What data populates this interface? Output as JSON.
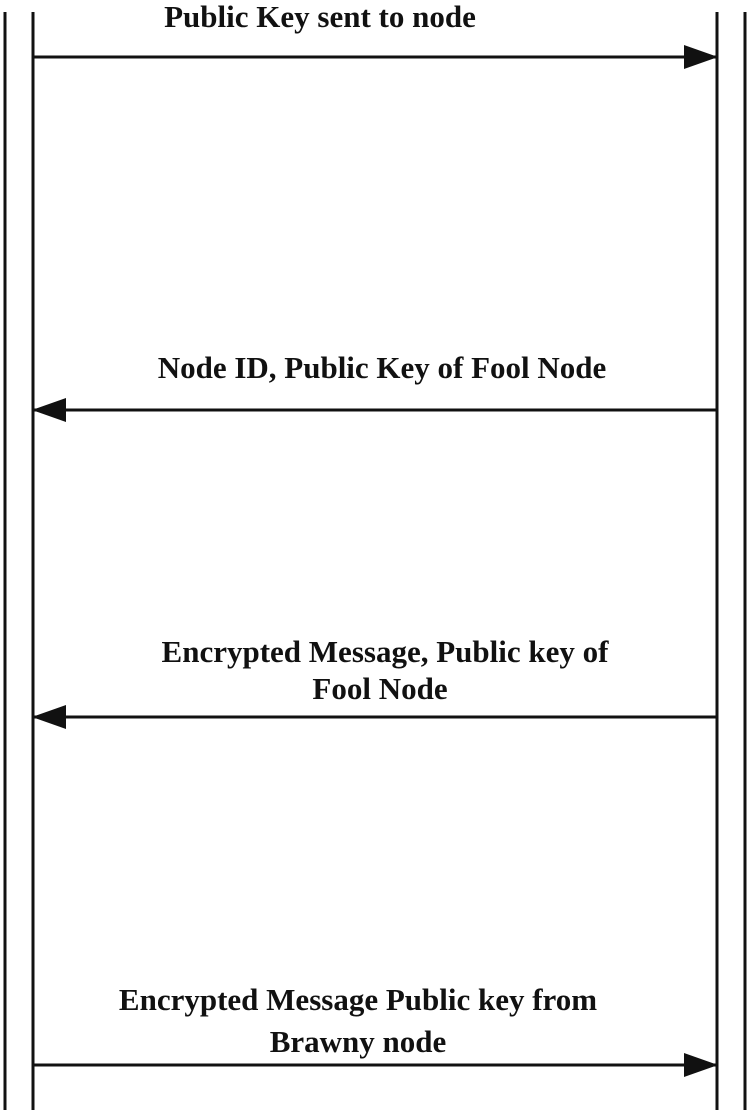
{
  "lifelines": [
    {
      "name": "left"
    },
    {
      "name": "right"
    }
  ],
  "messages": [
    {
      "direction": "right",
      "lines": [
        "Public Key sent to node"
      ]
    },
    {
      "direction": "left",
      "lines": [
        "Node ID, Public Key of Fool Node"
      ]
    },
    {
      "direction": "left",
      "lines": [
        "Encrypted Message, Public key of",
        "Fool Node"
      ]
    },
    {
      "direction": "right",
      "lines": [
        "Encrypted Message Public key from",
        "Brawny node"
      ]
    }
  ],
  "colors": {
    "line": "#111111",
    "background": "#ffffff"
  }
}
